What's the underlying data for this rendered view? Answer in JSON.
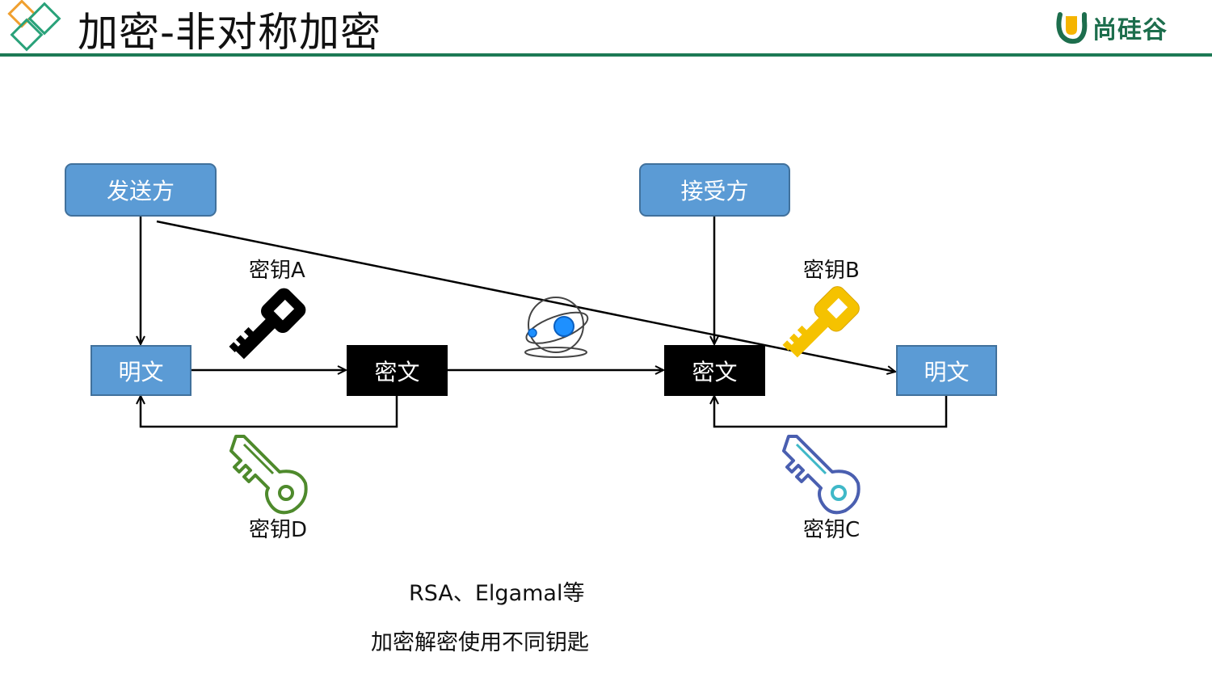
{
  "header": {
    "title": "加密-非对称加密",
    "brand_name": "尚硅谷",
    "accent_color": "#1d7a55",
    "logo_icon": "diamond-logo-icon",
    "brand_icon": "u-logo-icon"
  },
  "diagram": {
    "sender": "发送方",
    "receiver": "接受方",
    "left_plaintext": "明文",
    "left_ciphertext": "密文",
    "right_ciphertext": "密文",
    "right_plaintext": "明文",
    "key_a": "密钥A",
    "key_b": "密钥B",
    "key_c": "密钥C",
    "key_d": "密钥D",
    "transmit_icon": "network-globe-icon"
  },
  "notes": {
    "algorithms": "RSA、Elgamal等",
    "summary": "加密解密使用不同钥匙"
  },
  "colors": {
    "box_blue": "#5b9bd5",
    "box_black": "#000000",
    "key_a": "#000000",
    "key_b": "#f5c200",
    "key_c": "#4a5fb0",
    "key_d": "#4e8a2c"
  }
}
